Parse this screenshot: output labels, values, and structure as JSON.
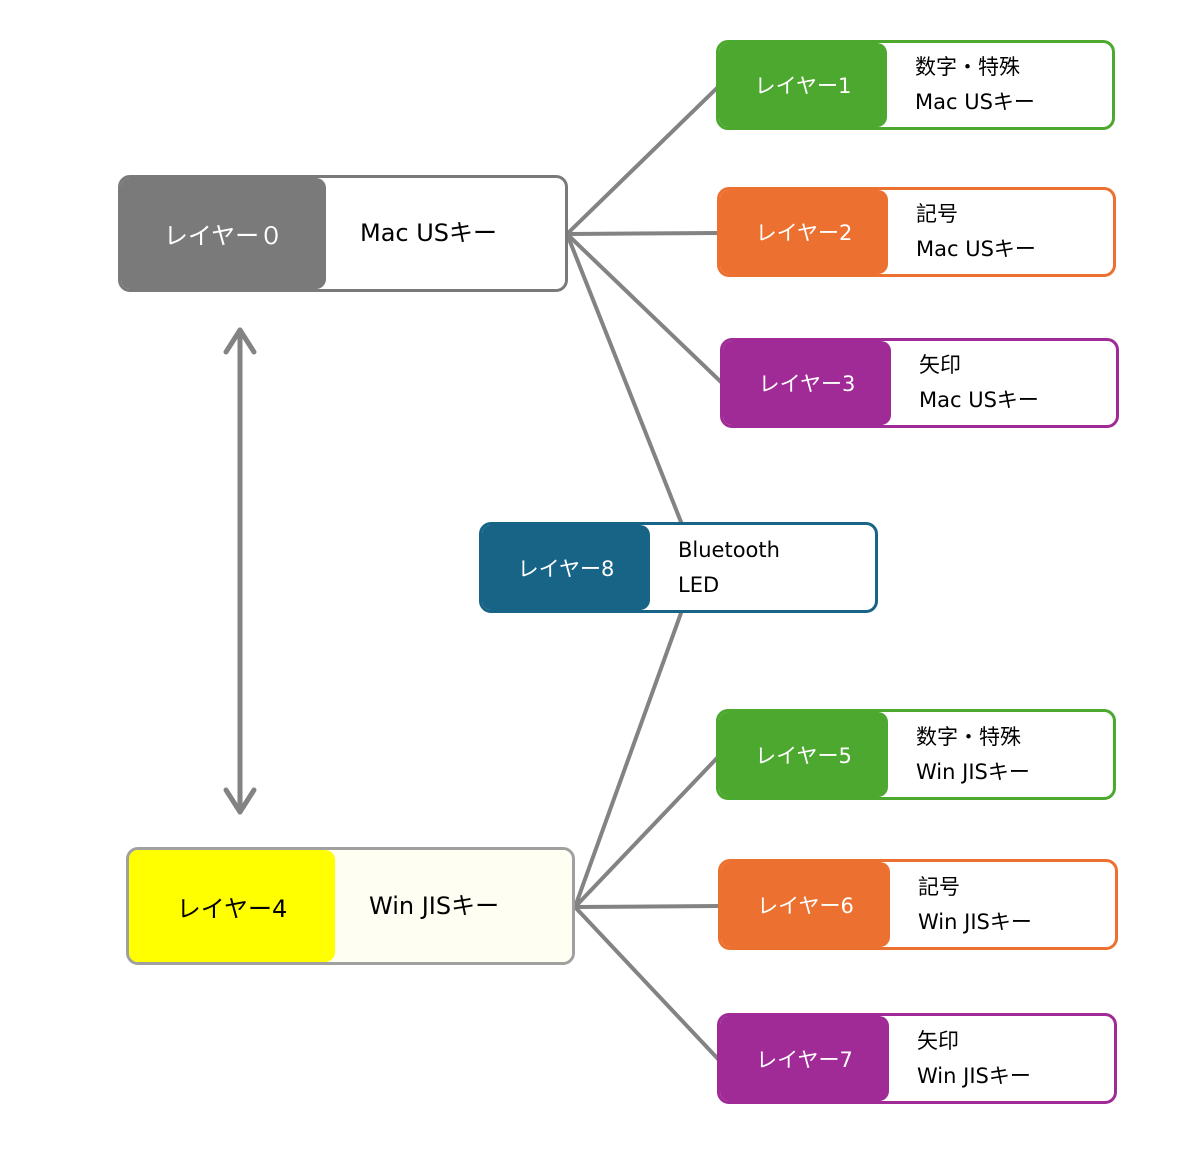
{
  "colors": {
    "gray": "#7a7a7a",
    "green": "#4ca82f",
    "orange": "#ec7131",
    "purple": "#a02a96",
    "blue": "#186487",
    "yellow": "#ffff00",
    "connector": "#838383"
  },
  "nodes": {
    "layer0": {
      "label": "レイヤー０",
      "line1": "Mac USキー"
    },
    "layer1": {
      "label": "レイヤー1",
      "line1": "数字・特殊",
      "line2": "Mac USキー"
    },
    "layer2": {
      "label": "レイヤー2",
      "line1": "記号",
      "line2": "Mac USキー"
    },
    "layer3": {
      "label": "レイヤー3",
      "line1": "矢印",
      "line2": "Mac USキー"
    },
    "layer4": {
      "label": "レイヤー4",
      "line1": "Win JISキー"
    },
    "layer5": {
      "label": "レイヤー5",
      "line1": "数字・特殊",
      "line2": "Win JISキー"
    },
    "layer6": {
      "label": "レイヤー6",
      "line1": "記号",
      "line2": "Win JISキー"
    },
    "layer7": {
      "label": "レイヤー7",
      "line1": "矢印",
      "line2": "Win JISキー"
    },
    "layer8": {
      "label": "レイヤー8",
      "line1": "Bluetooth",
      "line2": "LED"
    }
  }
}
